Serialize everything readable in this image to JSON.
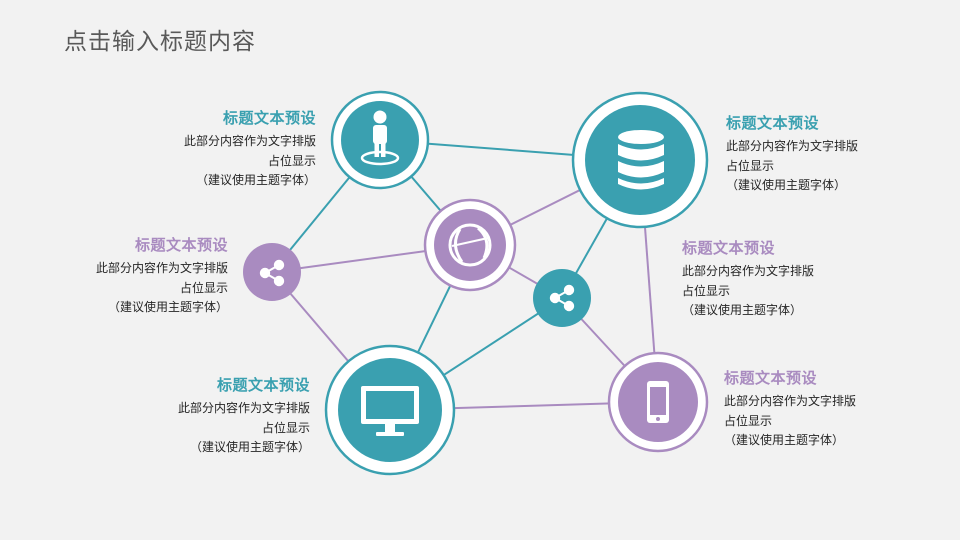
{
  "title": "点击输入标题内容",
  "colors": {
    "teal": "#3aa0b0",
    "purple": "#a98bc0",
    "background": "#f2f2f2"
  },
  "blocks": [
    {
      "heading": "标题文本预设",
      "line1": "此部分内容作为文字排版",
      "line2": "占位显示",
      "line3": "（建议使用主题字体）",
      "color": "teal"
    },
    {
      "heading": "标题文本预设",
      "line1": "此部分内容作为文字排版",
      "line2": "占位显示",
      "line3": "（建议使用主题字体）",
      "color": "purple"
    },
    {
      "heading": "标题文本预设",
      "line1": "此部分内容作为文字排版",
      "line2": "占位显示",
      "line3": "（建议使用主题字体）",
      "color": "teal"
    },
    {
      "heading": "标题文本预设",
      "line1": "此部分内容作为文字排版",
      "line2": "占位显示",
      "line3": "（建议使用主题字体）",
      "color": "teal"
    },
    {
      "heading": "标题文本预设",
      "line1": "此部分内容作为文字排版",
      "line2": "占位显示",
      "line3": "（建议使用主题字体）",
      "color": "purple"
    },
    {
      "heading": "标题文本预设",
      "line1": "此部分内容作为文字排版",
      "line2": "占位显示",
      "line3": "（建议使用主题字体）",
      "color": "purple"
    }
  ],
  "icons": [
    "person-icon",
    "database-icon",
    "share-icon",
    "globe-icon",
    "share-icon",
    "monitor-icon",
    "phone-icon"
  ]
}
